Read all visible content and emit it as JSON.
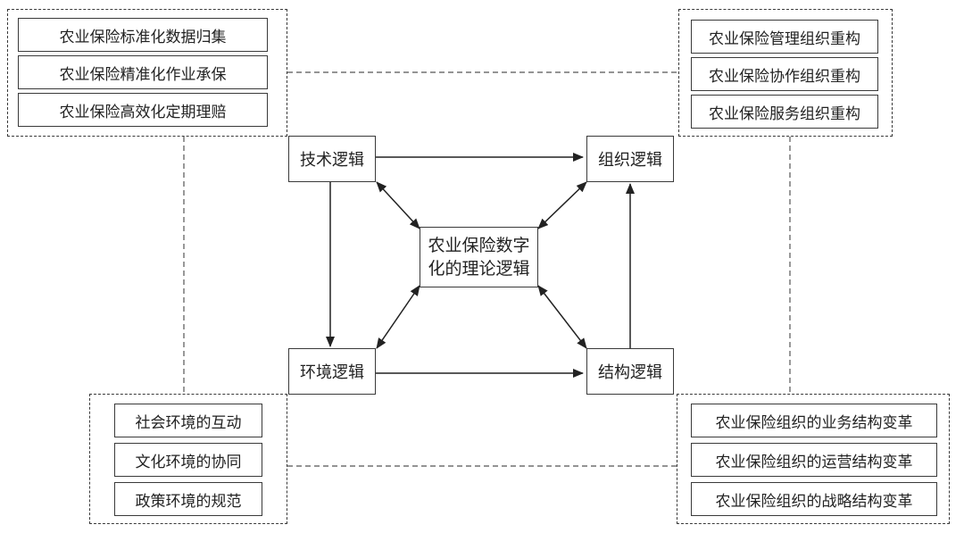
{
  "center": {
    "line1": "农业保险数字",
    "line2": "化的理论逻辑"
  },
  "logics": {
    "tech": "技术逻辑",
    "org": "组织逻辑",
    "env": "环境逻辑",
    "struct": "结构逻辑"
  },
  "groups": {
    "tech_items": [
      "农业保险标准化数据归集",
      "农业保险精准化作业承保",
      "农业保险高效化定期理赔"
    ],
    "org_items": [
      "农业保险管理组织重构",
      "农业保险协作组织重构",
      "农业保险服务组织重构"
    ],
    "env_items": [
      "社会环境的互动",
      "文化环境的协同",
      "政策环境的规范"
    ],
    "struct_items": [
      "农业保险组织的业务结构变革",
      "农业保险组织的运营结构变革",
      "农业保险组织的战略结构变革"
    ]
  }
}
